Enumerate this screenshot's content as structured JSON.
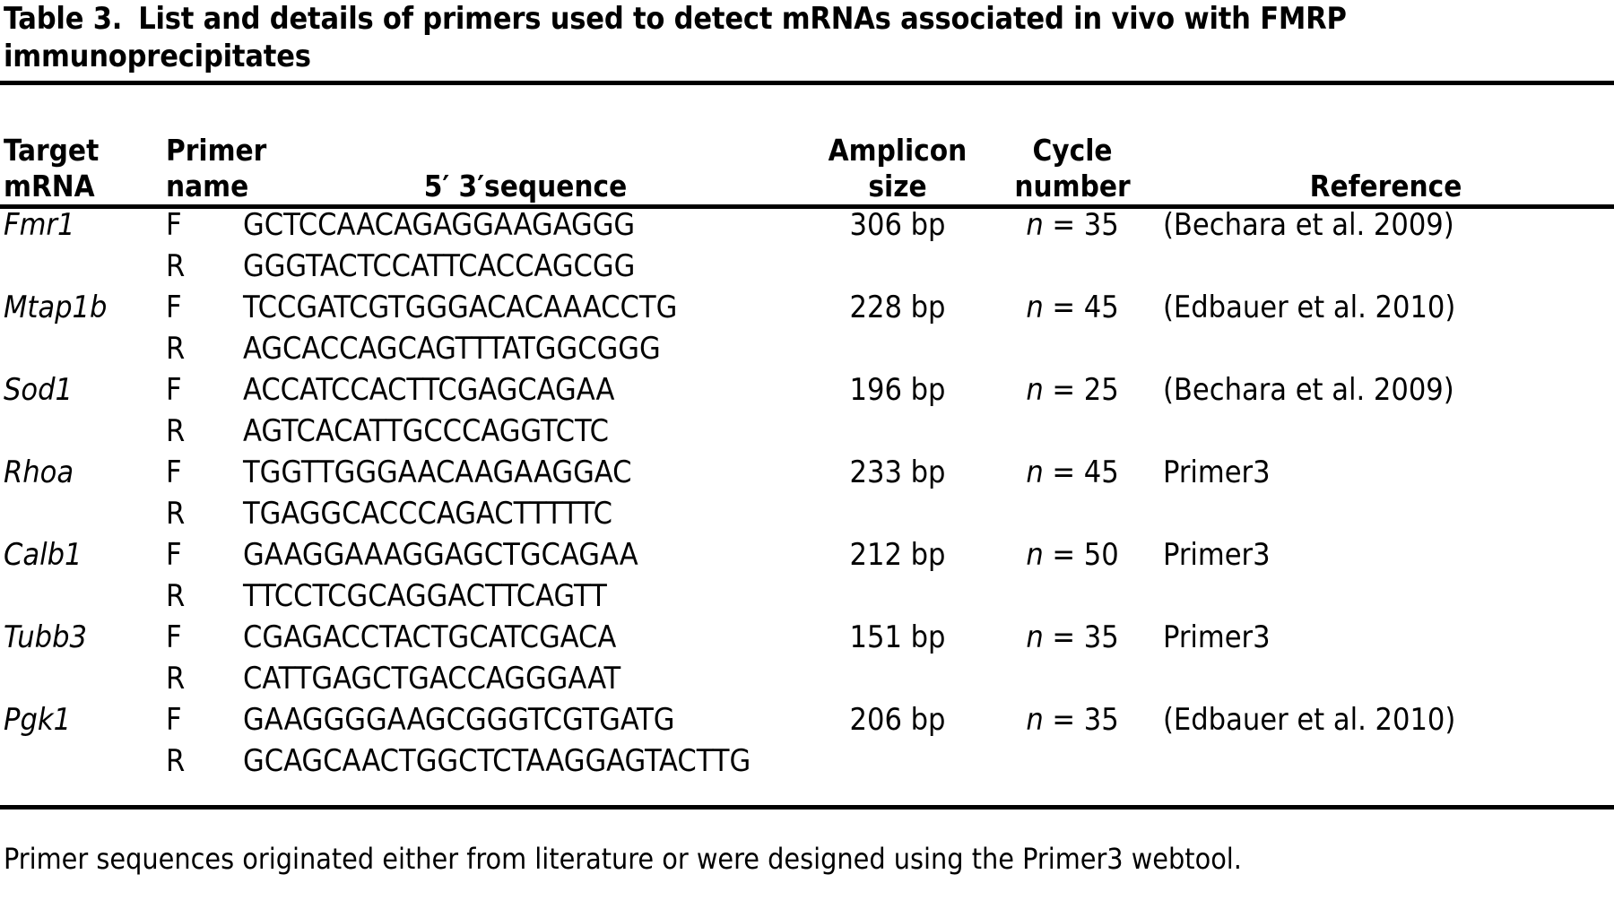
{
  "caption": {
    "label": "Table 3.",
    "text": "List and details of primers used to detect mRNAs associated in vivo with FMRP immunoprecipitates"
  },
  "columns": {
    "target_line1": "Target",
    "target_line2": "mRNA",
    "primer_line1": "Primer",
    "primer_line2": "name",
    "sequence": "5′ 3′sequence",
    "amplicon_line1": "Amplicon",
    "amplicon_line2": "size",
    "cycle_line1": "Cycle",
    "cycle_line2": "number",
    "reference": "Reference"
  },
  "rows": [
    {
      "target": "Fmr1",
      "forward_label": "F",
      "forward_sequence": "GCTCCAACAGAGGAAGAGGG",
      "reverse_label": "R",
      "reverse_sequence": "GGGTACTCCATTCACCAGCGG",
      "amplicon": "306 bp",
      "cycle_n": "n",
      "cycle_eq": "= 35",
      "reference": "(Bechara et al. 2009)"
    },
    {
      "target": "Mtap1b",
      "forward_label": "F",
      "forward_sequence": "TCCGATCGTGGGACACAAACCTG",
      "reverse_label": "R",
      "reverse_sequence": "AGCACCAGCAGTTTATGGCGGG",
      "amplicon": "228 bp",
      "cycle_n": "n",
      "cycle_eq": "= 45",
      "reference": "(Edbauer et al. 2010)"
    },
    {
      "target": "Sod1",
      "forward_label": "F",
      "forward_sequence": "ACCATCCACTTCGAGCAGAA",
      "reverse_label": "R",
      "reverse_sequence": "AGTCACATTGCCCAGGTCTC",
      "amplicon": "196 bp",
      "cycle_n": "n",
      "cycle_eq": "= 25",
      "reference": "(Bechara et al. 2009)"
    },
    {
      "target": "Rhoa",
      "forward_label": "F",
      "forward_sequence": "TGGTTGGGAACAAGAAGGAC",
      "reverse_label": "R",
      "reverse_sequence": "TGAGGCACCCAGACTTTTTC",
      "amplicon": "233 bp",
      "cycle_n": "n",
      "cycle_eq": "= 45",
      "reference": "Primer3"
    },
    {
      "target": "Calb1",
      "forward_label": "F",
      "forward_sequence": "GAAGGAAAGGAGCTGCAGAA",
      "reverse_label": "R",
      "reverse_sequence": "TTCCTCGCAGGACTTCAGTT",
      "amplicon": "212 bp",
      "cycle_n": "n",
      "cycle_eq": "= 50",
      "reference": "Primer3"
    },
    {
      "target": "Tubb3",
      "forward_label": "F",
      "forward_sequence": "CGAGACCTACTGCATCGACA",
      "reverse_label": "R",
      "reverse_sequence": "CATTGAGCTGACCAGGGAAT",
      "amplicon": "151 bp",
      "cycle_n": "n",
      "cycle_eq": "= 35",
      "reference": "Primer3"
    },
    {
      "target": "Pgk1",
      "forward_label": "F",
      "forward_sequence": "GAAGGGGAAGCGGGTCGTGATG",
      "reverse_label": "R",
      "reverse_sequence": "GCAGCAACTGGCTCTAAGGAGTACTTG",
      "amplicon": "206 bp",
      "cycle_n": "n",
      "cycle_eq": "= 35",
      "reference": "(Edbauer et al. 2010)"
    }
  ],
  "footnote": "Primer sequences originated either from literature or were designed using the Primer3 webtool.",
  "colors": {
    "text": "#000000",
    "background": "#ffffff",
    "rule": "#000000"
  }
}
